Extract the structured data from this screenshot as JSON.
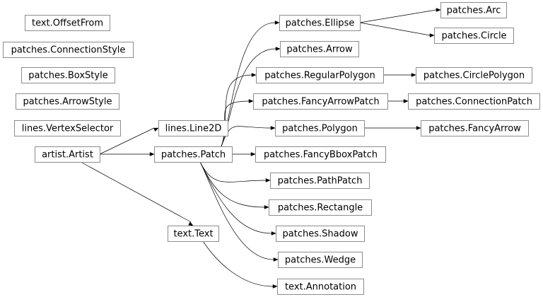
{
  "diagram": {
    "nodes": {
      "offsetfrom": "text.OffsetFrom",
      "connectionstyle": "patches.ConnectionStyle",
      "boxstyle": "patches.BoxStyle",
      "arrowstyle": "patches.ArrowStyle",
      "vertexselector": "lines.VertexSelector",
      "artist": "artist.Artist",
      "line2d": "lines.Line2D",
      "patch": "patches.Patch",
      "text": "text.Text",
      "ellipse": "patches.Ellipse",
      "arc": "patches.Arc",
      "circle": "patches.Circle",
      "arrow": "patches.Arrow",
      "regularpolygon": "patches.RegularPolygon",
      "circlepolygon": "patches.CirclePolygon",
      "fancyarrowpatch": "patches.FancyArrowPatch",
      "connectionpatch": "patches.ConnectionPatch",
      "polygon": "patches.Polygon",
      "fancyarrow": "patches.FancyArrow",
      "fancybboxpatch": "patches.FancyBboxPatch",
      "pathpatch": "patches.PathPatch",
      "rectangle": "patches.Rectangle",
      "shadow": "patches.Shadow",
      "wedge": "patches.Wedge",
      "annotation": "text.Annotation"
    },
    "edges": [
      [
        "artist",
        "line2d"
      ],
      [
        "artist",
        "patch"
      ],
      [
        "artist",
        "text"
      ],
      [
        "patch",
        "ellipse"
      ],
      [
        "patch",
        "arrow"
      ],
      [
        "patch",
        "regularpolygon"
      ],
      [
        "patch",
        "fancyarrowpatch"
      ],
      [
        "patch",
        "polygon"
      ],
      [
        "patch",
        "fancybboxpatch"
      ],
      [
        "patch",
        "pathpatch"
      ],
      [
        "patch",
        "rectangle"
      ],
      [
        "patch",
        "shadow"
      ],
      [
        "patch",
        "wedge"
      ],
      [
        "ellipse",
        "arc"
      ],
      [
        "ellipse",
        "circle"
      ],
      [
        "regularpolygon",
        "circlepolygon"
      ],
      [
        "fancyarrowpatch",
        "connectionpatch"
      ],
      [
        "polygon",
        "fancyarrow"
      ],
      [
        "text",
        "annotation"
      ]
    ]
  }
}
